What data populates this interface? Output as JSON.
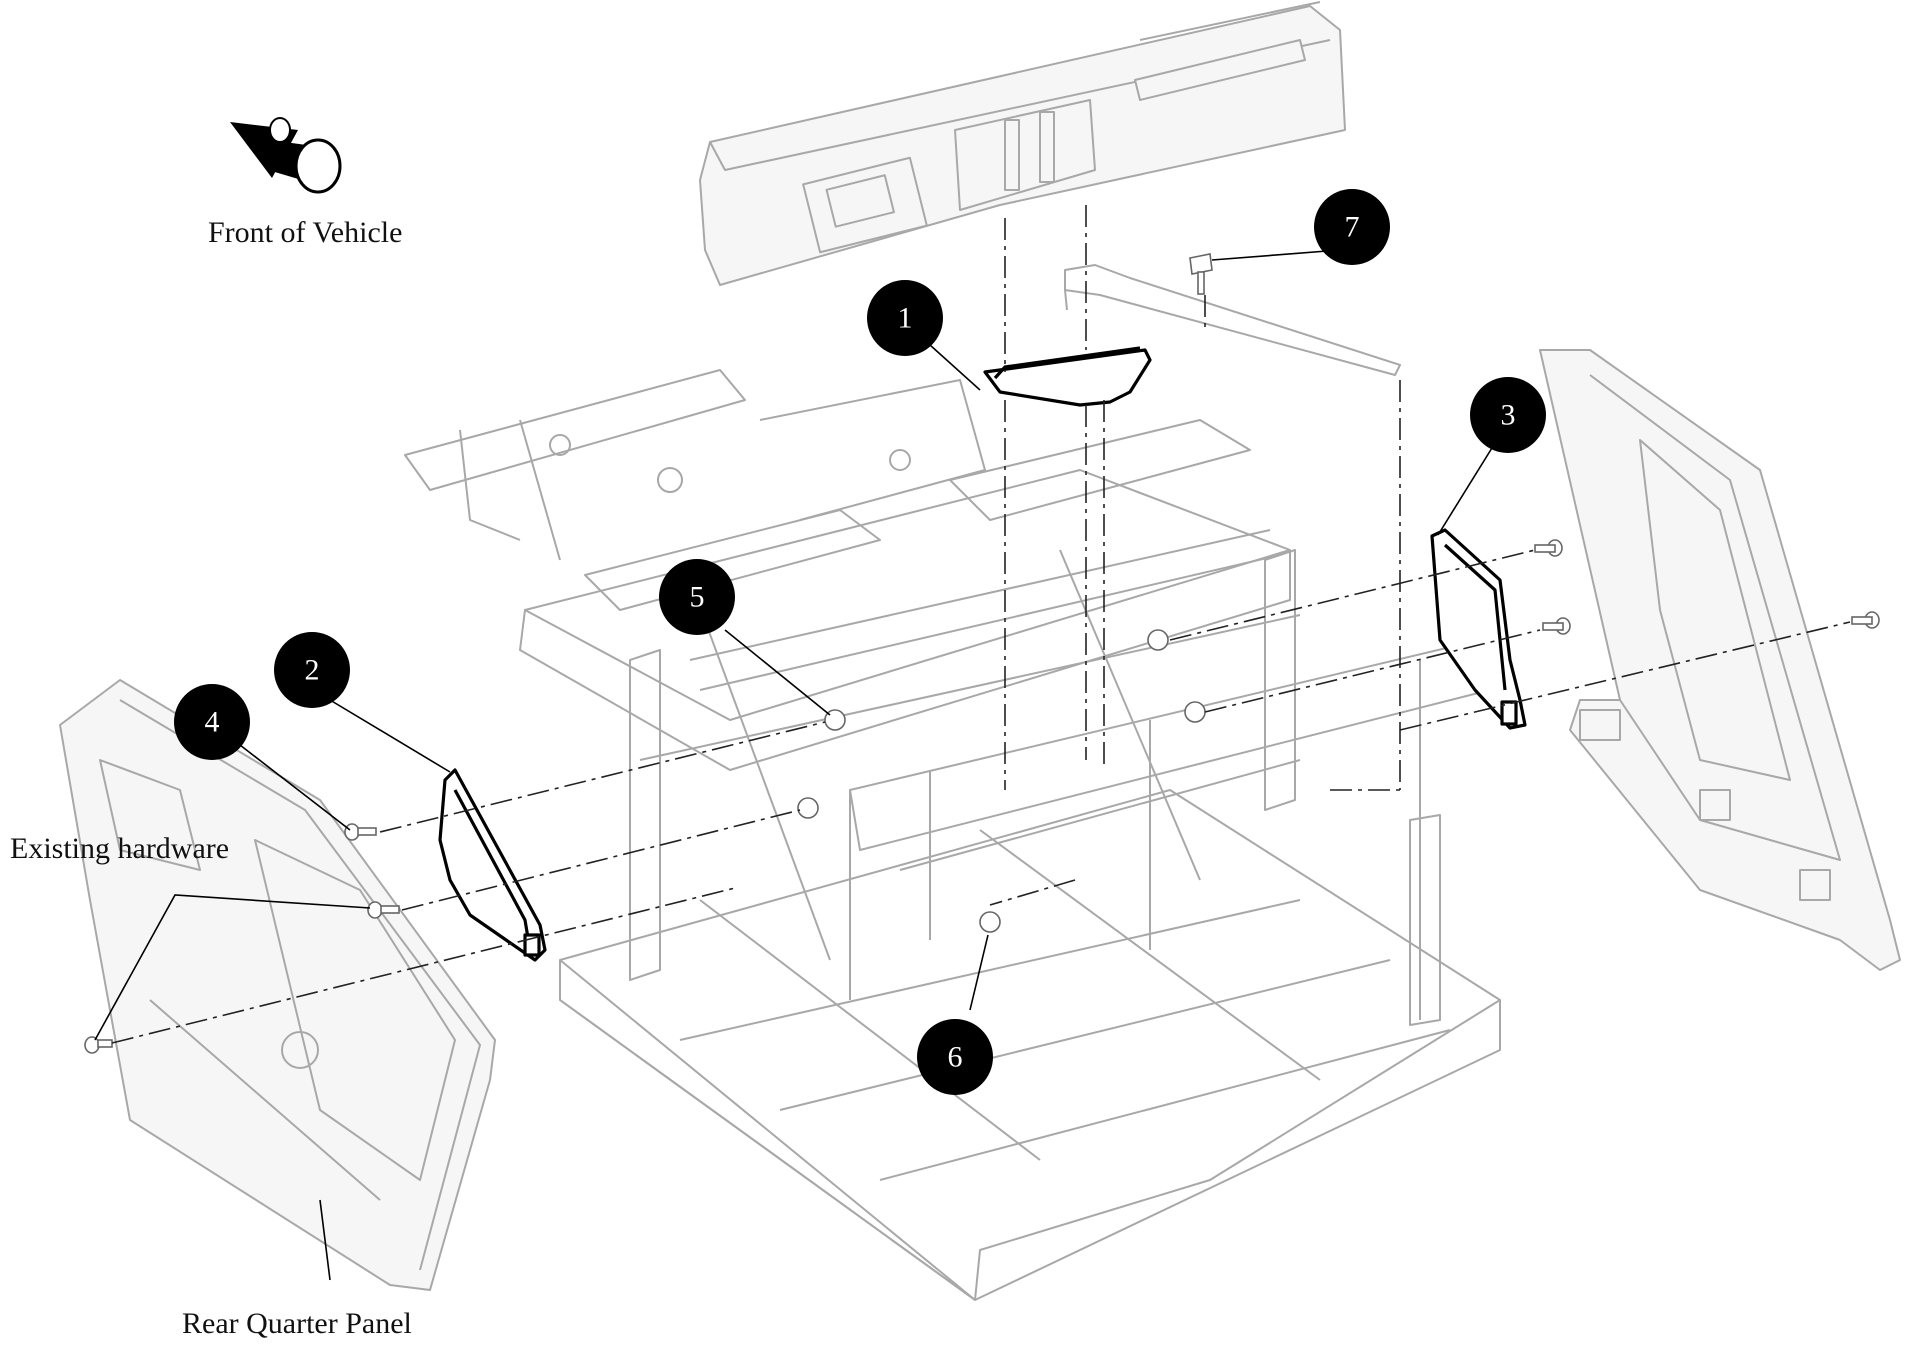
{
  "labels": {
    "front_of_vehicle": "Front of Vehicle",
    "existing_hardware": "Existing hardware",
    "rear_quarter_panel": "Rear Quarter Panel"
  },
  "callouts": [
    {
      "id": "1",
      "label": "1"
    },
    {
      "id": "2",
      "label": "2"
    },
    {
      "id": "3",
      "label": "3"
    },
    {
      "id": "4",
      "label": "4"
    },
    {
      "id": "5",
      "label": "5"
    },
    {
      "id": "6",
      "label": "6"
    },
    {
      "id": "7",
      "label": "7"
    }
  ],
  "icons": {
    "front_direction": "direction-cone-icon"
  },
  "colors": {
    "callout_fill": "#000000",
    "ghost_line": "#a8a8a8",
    "highlight_line": "#000000"
  }
}
